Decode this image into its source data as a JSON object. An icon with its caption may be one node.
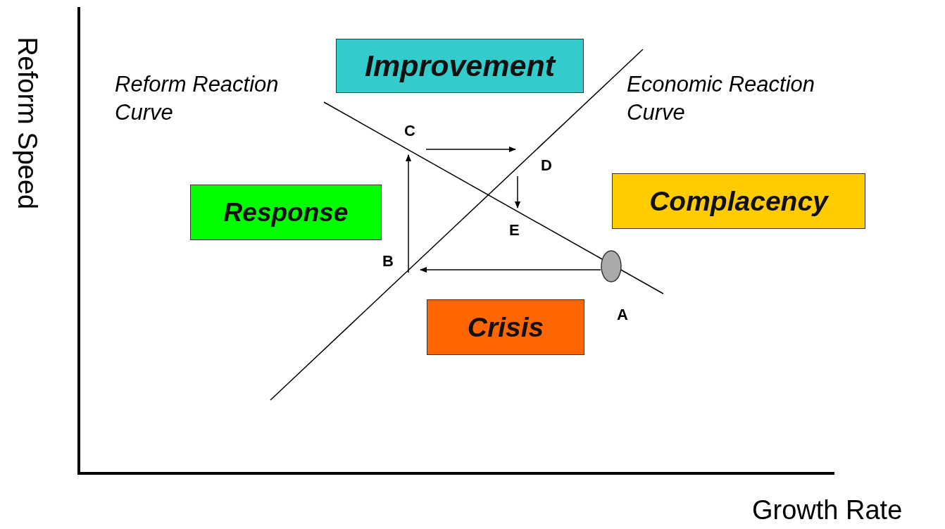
{
  "diagram": {
    "nodes": [
      {
        "text": [
          "Improvement"
        ]
      },
      {
        "text": [
          "C"
        ]
      },
      {
        "text": [
          "D"
        ]
      },
      {
        "text": [
          "Response"
        ]
      },
      {
        "text": [
          "Complacency"
        ]
      },
      {
        "text": [
          "E"
        ]
      },
      {
        "text": [
          "B"
        ]
      },
      {
        "text": [],
        "shape": "ellipse",
        "beside": [
          "A"
        ]
      },
      {
        "text": [
          "Crisis"
        ]
      }
    ],
    "edges": [
      {
        "from": 7,
        "to": 6,
        "arrow": "to"
      },
      {
        "from": 6,
        "to": 1,
        "arrow": "to"
      },
      {
        "from": 1,
        "to": 2,
        "arrow": "to"
      },
      {
        "from": 2,
        "to": 5,
        "arrow": "to"
      }
    ],
    "labels": [
      "Reform Speed",
      "Reform Reaction Curve",
      "Economic Reaction Curve",
      "Growth Rate"
    ]
  }
}
